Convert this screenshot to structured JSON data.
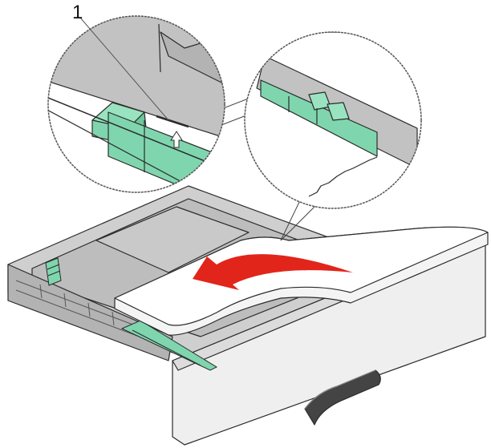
{
  "figure": {
    "type": "technical-illustration",
    "subject": "printer paper tray being loaded",
    "callouts": [
      {
        "number": "1",
        "target": "paper fill-limit line on width guide"
      }
    ],
    "icons": [
      "up-arrow-icon",
      "load-direction-arrow-icon"
    ],
    "colors": {
      "guide_green": "#7fd6ae",
      "tray_gray": "#cfcfcf",
      "tray_dark": "#a9a9a9",
      "tray_front": "#efefef",
      "arrow_red": "#e1251b",
      "outline": "#2b2b2b",
      "paper": "#ffffff"
    }
  }
}
